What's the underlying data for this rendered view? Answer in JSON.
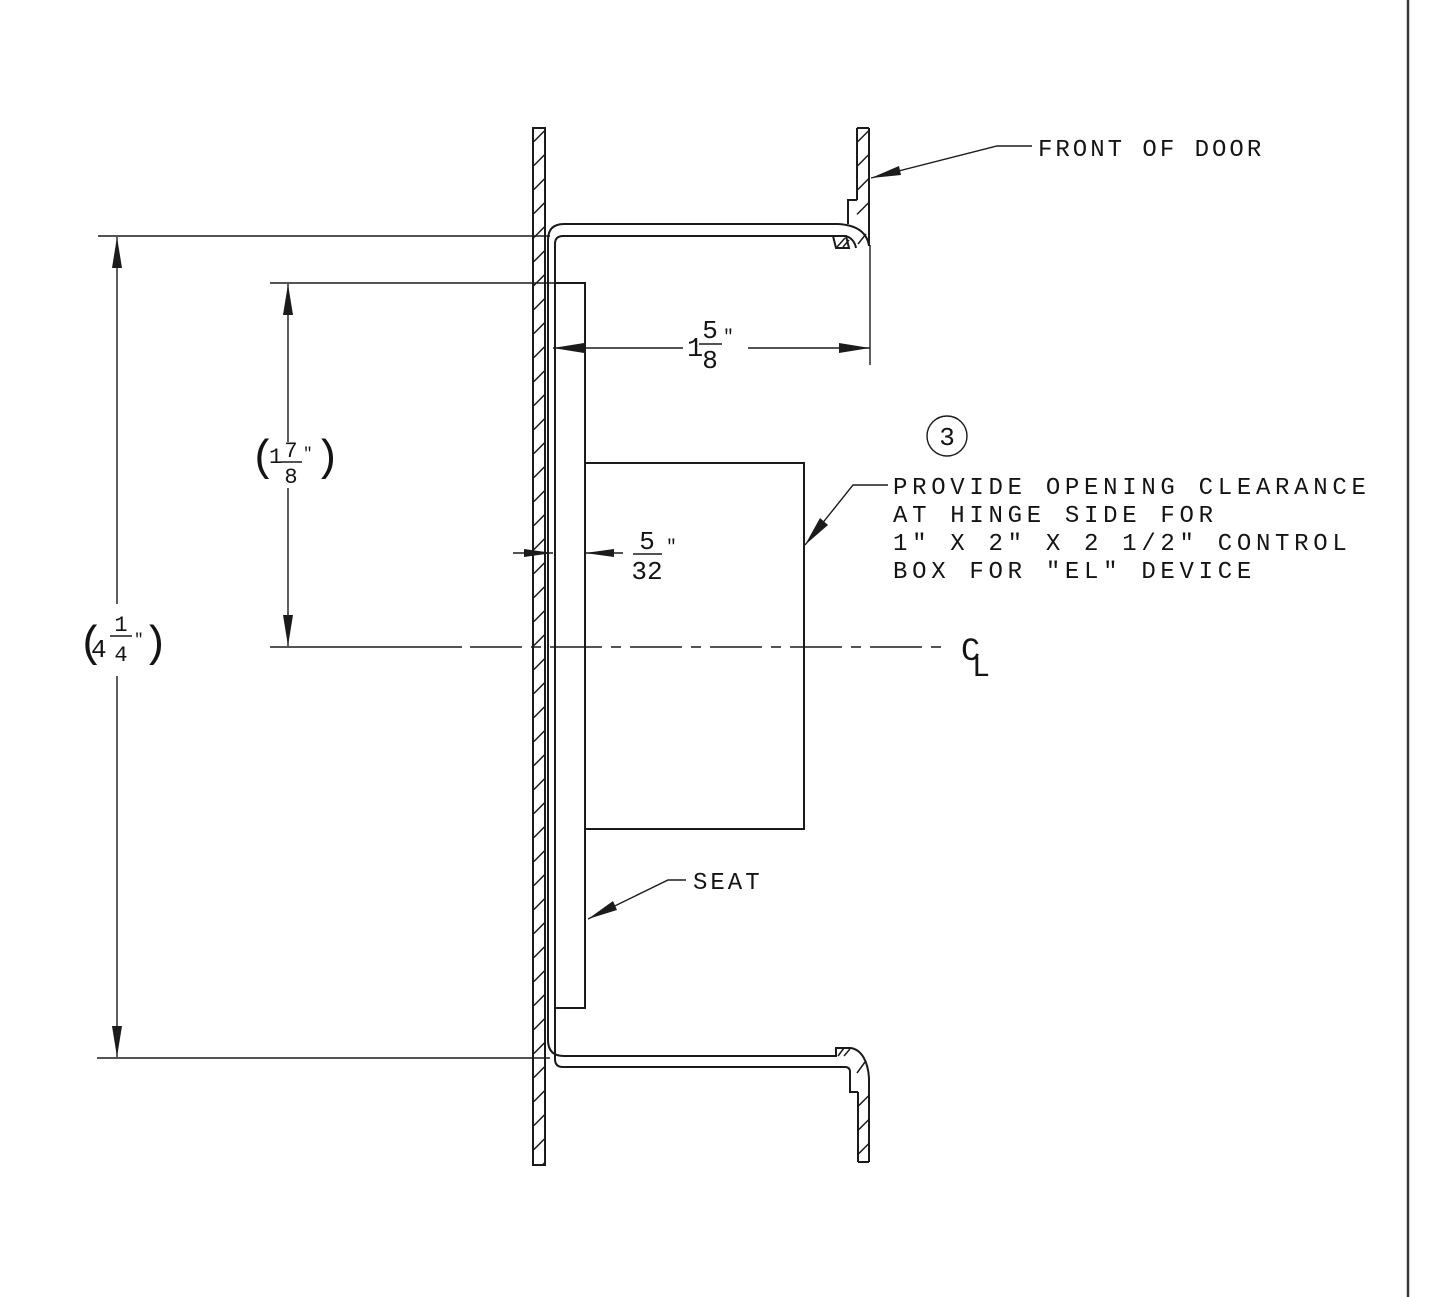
{
  "labels": {
    "front_of_door": "FRONT OF DOOR",
    "seat": "SEAT"
  },
  "centerline": {
    "c": "C",
    "l": "L"
  },
  "callout": {
    "number": "3"
  },
  "note": {
    "lines": [
      "PROVIDE OPENING CLEARANCE",
      "AT HINGE SIDE FOR",
      "1\" X 2\" X 2 1/2\" CONTROL",
      "BOX FOR \"EL\" DEVICE"
    ]
  },
  "dimensions": {
    "door_face_to_front": {
      "whole": "1",
      "numerator": "5",
      "denominator": "8",
      "unit": "\""
    },
    "seat_top_to_centerline": {
      "open": "(",
      "whole": "1",
      "numerator": "7",
      "denominator": "8",
      "unit": "\"",
      "close": ")"
    },
    "overall_height": {
      "open": "(",
      "whole": "4",
      "numerator": "1",
      "denominator": "4",
      "unit": "\"",
      "close": ")"
    },
    "seat_thickness": {
      "numerator": "5",
      "denominator": "32",
      "unit": "\""
    }
  },
  "colors": {
    "line": "#1b1b1b",
    "background": "#ffffff"
  }
}
